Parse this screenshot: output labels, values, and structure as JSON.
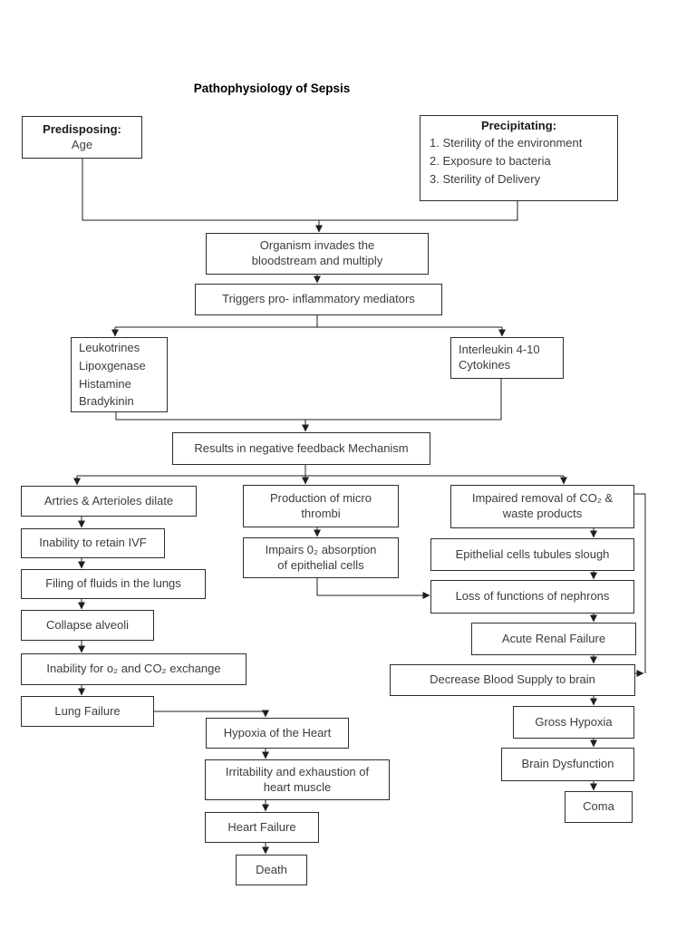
{
  "title": "Pathophysiology of Sepsis",
  "colors": {
    "ink": "#1f1f1f",
    "text": "#3c3c3c",
    "background": "#ffffff"
  },
  "nodes": {
    "predisposing": {
      "label": "Predisposing:",
      "value": "Age"
    },
    "precipitating": {
      "label": "Precipitating:",
      "items": [
        "1. Sterility of the environment",
        "2. Exposure to bacteria",
        "3. Sterility of Delivery"
      ]
    },
    "organism": {
      "lines": [
        "Organism invades the",
        "bloodstream and multiply"
      ]
    },
    "triggers": {
      "text": "Triggers pro- inflammatory mediators"
    },
    "leukotrines": {
      "lines": [
        "Leukotrines",
        "Lipoxgenase",
        "Histamine",
        "Bradykinin"
      ]
    },
    "interleukin": {
      "lines": [
        "Interleukin 4-10",
        "Cytokines"
      ]
    },
    "results": {
      "text": "Results in negative feedback Mechanism"
    },
    "arteries": {
      "text": "Artries & Arterioles dilate"
    },
    "ivf": {
      "text": "Inability to retain IVF"
    },
    "filing": {
      "text": "Filing of fluids in the lungs"
    },
    "collapse": {
      "text": "Collapse alveoli"
    },
    "exchange": {
      "text": "Inability for o₂ and CO₂ exchange"
    },
    "lung_failure": {
      "text": "Lung Failure"
    },
    "hypoxia_heart": {
      "text": "Hypoxia of the Heart"
    },
    "irritability": {
      "lines": [
        "Irritability and exhaustion of",
        "heart muscle"
      ]
    },
    "heart_failure": {
      "text": "Heart Failure"
    },
    "death": {
      "text": "Death"
    },
    "production": {
      "lines": [
        "Production of micro",
        "thrombi"
      ]
    },
    "impairs": {
      "lines": [
        "Impairs 0₂ absorption",
        "of epithelial cells"
      ]
    },
    "impaired": {
      "lines": [
        "Impaired removal of CO₂ &",
        "waste products"
      ]
    },
    "epithelial": {
      "text": "Epithelial cells tubules slough"
    },
    "nephrons": {
      "text": "Loss of functions of nephrons"
    },
    "renal": {
      "text": "Acute Renal Failure"
    },
    "decrease": {
      "text": "Decrease Blood Supply to brain"
    },
    "gross": {
      "text": "Gross Hypoxia"
    },
    "brain_dysfunction": {
      "text": "Brain Dysfunction"
    },
    "coma": {
      "text": "Coma"
    }
  }
}
